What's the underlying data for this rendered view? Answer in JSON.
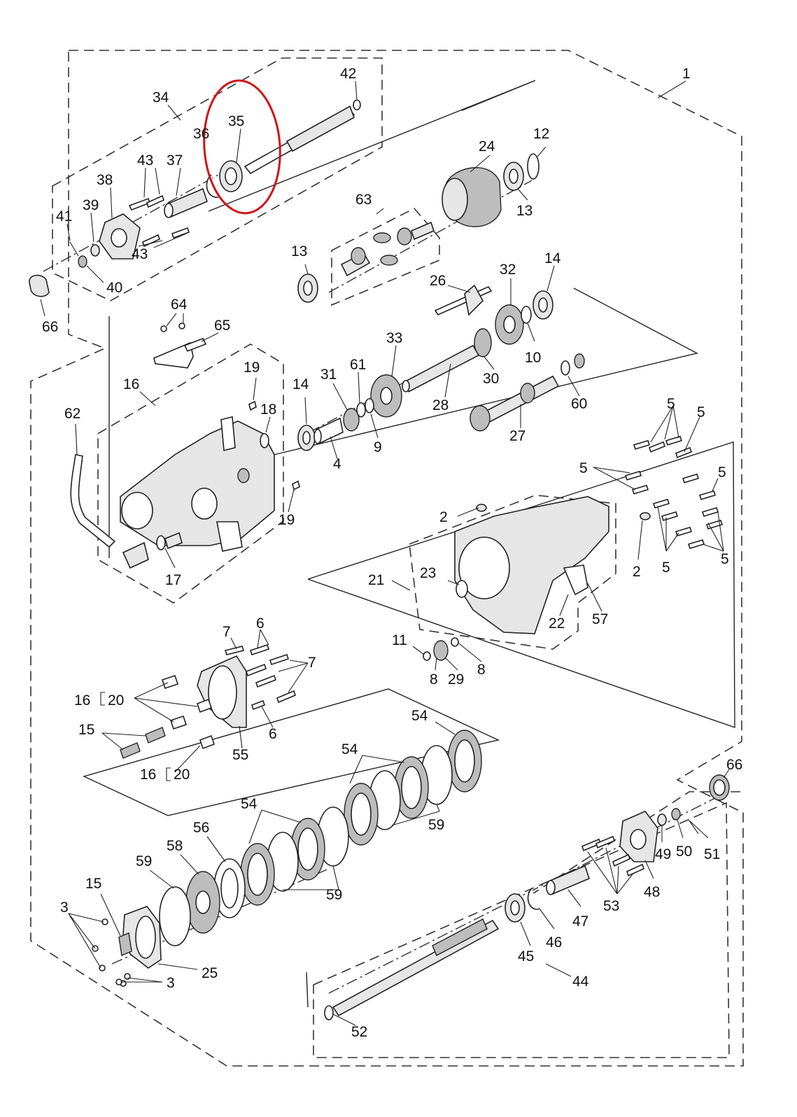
{
  "labels": [
    {
      "id": "1",
      "text": "1"
    },
    {
      "id": "2a",
      "text": "2"
    },
    {
      "id": "2b",
      "text": "2"
    },
    {
      "id": "3a",
      "text": "3"
    },
    {
      "id": "3b",
      "text": "3"
    },
    {
      "id": "4",
      "text": "4"
    },
    {
      "id": "5a",
      "text": "5"
    },
    {
      "id": "5b",
      "text": "5"
    },
    {
      "id": "5c",
      "text": "5"
    },
    {
      "id": "5d",
      "text": "5"
    },
    {
      "id": "5e",
      "text": "5"
    },
    {
      "id": "5f",
      "text": "5"
    },
    {
      "id": "6a",
      "text": "6"
    },
    {
      "id": "6b",
      "text": "6"
    },
    {
      "id": "7a",
      "text": "7"
    },
    {
      "id": "7b",
      "text": "7"
    },
    {
      "id": "8a",
      "text": "8"
    },
    {
      "id": "8b",
      "text": "8"
    },
    {
      "id": "9",
      "text": "9"
    },
    {
      "id": "10",
      "text": "10"
    },
    {
      "id": "11",
      "text": "11"
    },
    {
      "id": "12",
      "text": "12"
    },
    {
      "id": "13a",
      "text": "13"
    },
    {
      "id": "13b",
      "text": "13"
    },
    {
      "id": "14a",
      "text": "14"
    },
    {
      "id": "14b",
      "text": "14"
    },
    {
      "id": "15a",
      "text": "15"
    },
    {
      "id": "15b",
      "text": "15"
    },
    {
      "id": "16a",
      "text": "16"
    },
    {
      "id": "16b",
      "text": "16"
    },
    {
      "id": "16c",
      "text": "16"
    },
    {
      "id": "17",
      "text": "17"
    },
    {
      "id": "18",
      "text": "18"
    },
    {
      "id": "19a",
      "text": "19"
    },
    {
      "id": "19b",
      "text": "19"
    },
    {
      "id": "20a",
      "text": "20"
    },
    {
      "id": "20b",
      "text": "20"
    },
    {
      "id": "21",
      "text": "21"
    },
    {
      "id": "22",
      "text": "22"
    },
    {
      "id": "23",
      "text": "23"
    },
    {
      "id": "24",
      "text": "24"
    },
    {
      "id": "25",
      "text": "25"
    },
    {
      "id": "26",
      "text": "26"
    },
    {
      "id": "27",
      "text": "27"
    },
    {
      "id": "28",
      "text": "28"
    },
    {
      "id": "29",
      "text": "29"
    },
    {
      "id": "30",
      "text": "30"
    },
    {
      "id": "31",
      "text": "31"
    },
    {
      "id": "32",
      "text": "32"
    },
    {
      "id": "33",
      "text": "33"
    },
    {
      "id": "34",
      "text": "34"
    },
    {
      "id": "35",
      "text": "35"
    },
    {
      "id": "36",
      "text": "36"
    },
    {
      "id": "37",
      "text": "37"
    },
    {
      "id": "38",
      "text": "38"
    },
    {
      "id": "39",
      "text": "39"
    },
    {
      "id": "40",
      "text": "40"
    },
    {
      "id": "41",
      "text": "41"
    },
    {
      "id": "42",
      "text": "42"
    },
    {
      "id": "43a",
      "text": "43"
    },
    {
      "id": "43b",
      "text": "43"
    },
    {
      "id": "44",
      "text": "44"
    },
    {
      "id": "45",
      "text": "45"
    },
    {
      "id": "46",
      "text": "46"
    },
    {
      "id": "47",
      "text": "47"
    },
    {
      "id": "48",
      "text": "48"
    },
    {
      "id": "49",
      "text": "49"
    },
    {
      "id": "50",
      "text": "50"
    },
    {
      "id": "51",
      "text": "51"
    },
    {
      "id": "52",
      "text": "52"
    },
    {
      "id": "53",
      "text": "53"
    },
    {
      "id": "54a",
      "text": "54"
    },
    {
      "id": "54b",
      "text": "54"
    },
    {
      "id": "54c",
      "text": "54"
    },
    {
      "id": "55",
      "text": "55"
    },
    {
      "id": "56",
      "text": "56"
    },
    {
      "id": "57",
      "text": "57"
    },
    {
      "id": "58",
      "text": "58"
    },
    {
      "id": "59a",
      "text": "59"
    },
    {
      "id": "59b",
      "text": "59"
    },
    {
      "id": "59c",
      "text": "59"
    },
    {
      "id": "60",
      "text": "60"
    },
    {
      "id": "61",
      "text": "61"
    },
    {
      "id": "62",
      "text": "62"
    },
    {
      "id": "63",
      "text": "63"
    },
    {
      "id": "64",
      "text": "64"
    },
    {
      "id": "65",
      "text": "65"
    },
    {
      "id": "66a",
      "text": "66"
    },
    {
      "id": "66b",
      "text": "66"
    }
  ],
  "highlight": {
    "part": "35",
    "color": "#d0121b"
  },
  "colors": {
    "ink": "#222222",
    "background": "#ffffff"
  }
}
